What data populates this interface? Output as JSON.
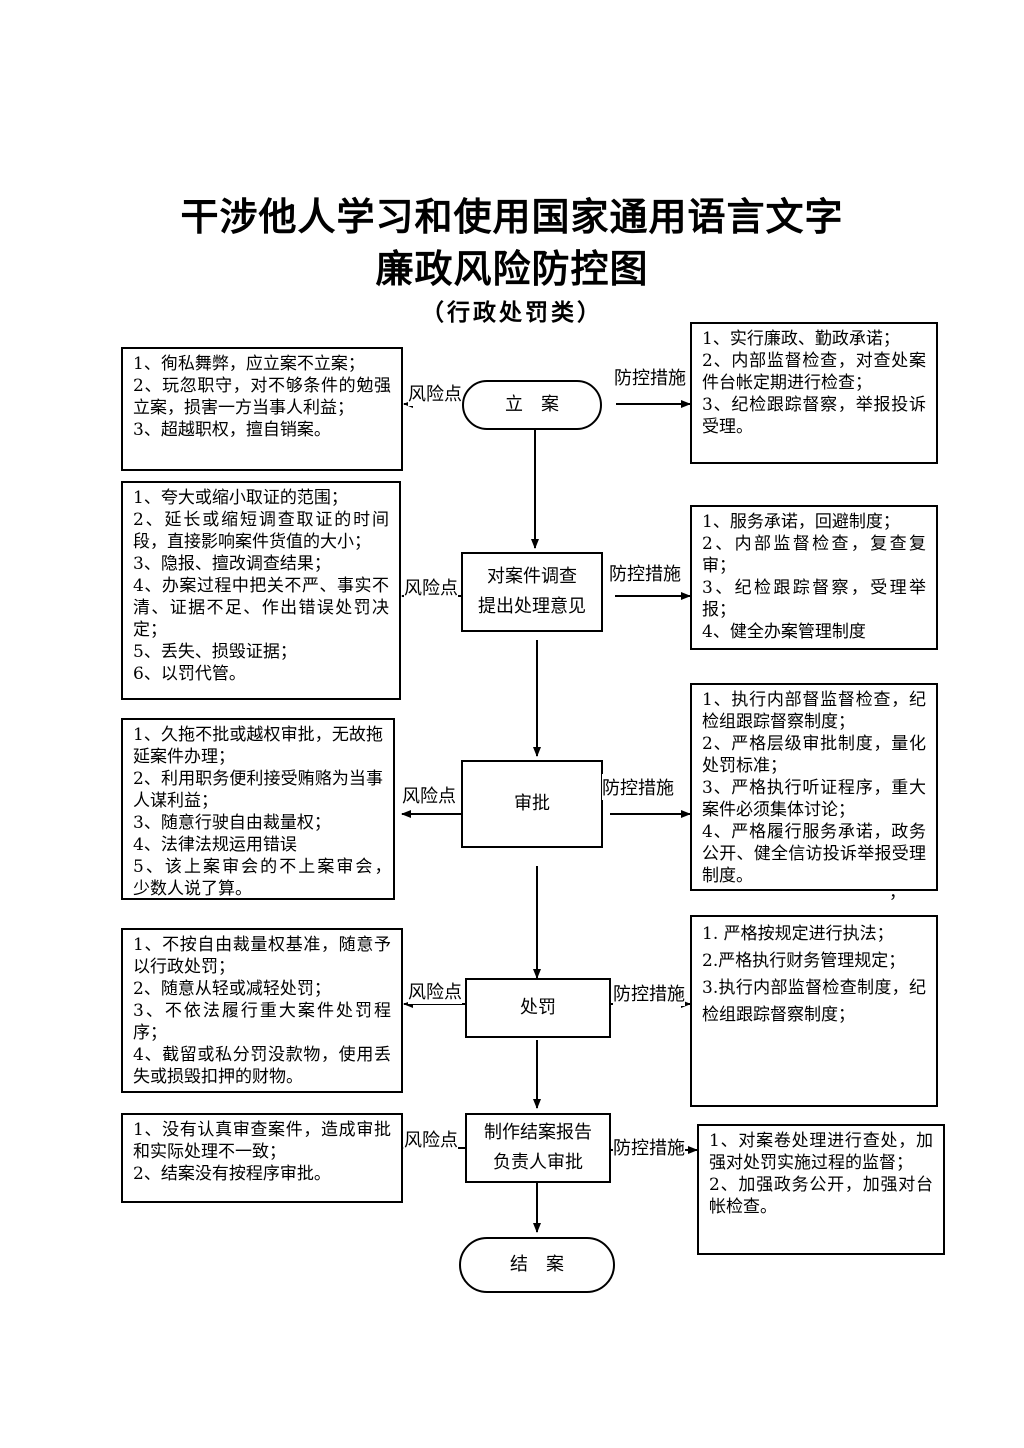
{
  "title_line1": "干涉他人学习和使用国家通用语言文字",
  "title_line2": "廉政风险防控图",
  "subtitle": "（行政处罚类）",
  "label_risk": "风险点",
  "label_control": "防控措施",
  "steps": [
    {
      "node": "立　案",
      "risks": [
        "1、徇私舞弊，应立案不立案；",
        "2、玩忽职守，对不够条件的勉强立案，损害一方当事人利益；",
        "3、超越职权，擅自销案。"
      ],
      "controls": [
        "1、实行廉政、勤政承诺；",
        "2、内部监督检查，对查处案件台帐定期进行检查；",
        "3、纪检跟踪督察，举报投诉受理。"
      ]
    },
    {
      "node_line1": "对案件调查",
      "node_line2": "提出处理意见",
      "risks": [
        "1、夸大或缩小取证的范围；",
        "2、延长或缩短调查取证的时间段，直接影响案件货值的大小；",
        "3、隐报、擅改调查结果；",
        "4、办案过程中把关不严、事实不清、证据不足、作出错误处罚决定；",
        "5、丢失、损毁证据；",
        "6、以罚代管。"
      ],
      "controls": [
        "1、服务承诺，回避制度；",
        "2、内部监督检查，复查复审；",
        "3、纪检跟踪督察，受理举报；",
        "4、健全办案管理制度"
      ]
    },
    {
      "node": "审批",
      "risks": [
        "1、久拖不批或越权审批，无故拖延案件办理；",
        "2、利用职务便利接受贿赂为当事人谋利益；",
        "3、随意行驶自由裁量权；",
        "4、法律法规运用错误",
        "5、该上案审会的不上案审会，　少数人说了算。"
      ],
      "controls": [
        "1、执行内部督监督检查，纪检组跟踪督察制度；",
        "2、严格层级审批制度，量化处罚标准；",
        "3、严格执行听证程序，重大案件必须集体讨论；",
        "4、严格履行服务承诺，政务公开、健全信访投诉举报受理制度。"
      ],
      "controls_mark": "，"
    },
    {
      "node": "处罚",
      "risks": [
        "1、不按自由裁量权基准，随意予以行政处罚；",
        "2、随意从轻或减轻处罚；",
        "3、不依法履行重大案件处罚程序；",
        "4、截留或私分罚没款物，使用丢失或损毁扣押的财物。"
      ],
      "controls": [
        "1. 严格按规定进行执法；",
        "2.严格执行财务管理规定；",
        "3.执行内部监督检查制度，纪检组跟踪督察制度；"
      ]
    },
    {
      "node_line1": "制作结案报告",
      "node_line2": "负责人审批",
      "risks": [
        "1、没有认真审查案件，造成审批和实际处理不一致；",
        "2、结案没有按程序审批。"
      ],
      "controls": [
        "1、对案卷处理进行查处，加强对处罚实施过程的监督；",
        "2、加强政务公开，加强对台帐检查。"
      ]
    }
  ],
  "end_node": "结　案"
}
